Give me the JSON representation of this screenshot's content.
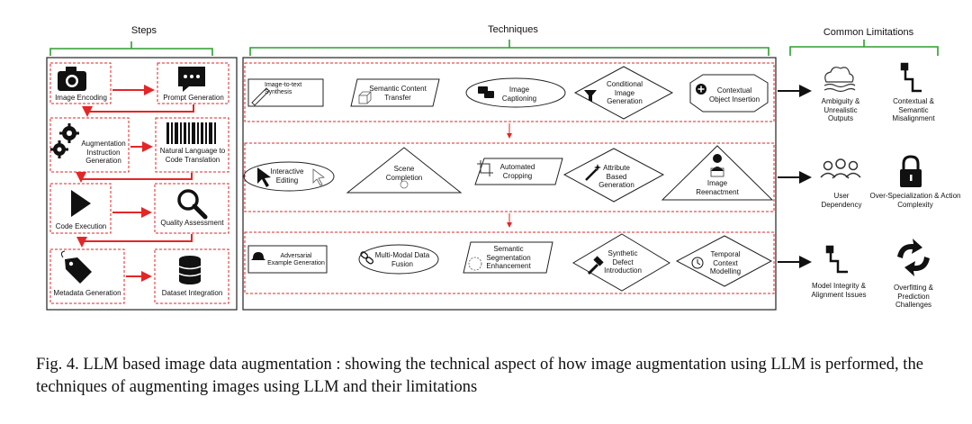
{
  "headers": {
    "steps": "Steps",
    "techniques": "Techniques",
    "limitations": "Common Limitations"
  },
  "steps": [
    {
      "label": "Image Encoding",
      "icon": "camera-icon"
    },
    {
      "label": "Prompt Generation",
      "icon": "chat-bubble-icon"
    },
    {
      "label": "Augmentation Instruction Generation",
      "icon": "gears-icon"
    },
    {
      "label": "Natural Language to Code Translation",
      "icon": "barcode-icon"
    },
    {
      "label": "Code Execution",
      "icon": "play-icon"
    },
    {
      "label": "Quality Assessment",
      "icon": "magnifier-icon"
    },
    {
      "label": "Metadata Generation",
      "icon": "tag-icon"
    },
    {
      "label": "Dataset Integration",
      "icon": "database-icon"
    }
  ],
  "techniques": [
    [
      {
        "label": "Image-to-text Synthesis",
        "shape": "rectangle",
        "icon": "pencil-icon"
      },
      {
        "label": "Semantic Content Transfer",
        "shape": "parallelogram",
        "icon": "cube-icon"
      },
      {
        "label": "Image Captioning",
        "shape": "ellipse",
        "icon": "speech-bubbles-icon"
      },
      {
        "label": "Conditional Image Generation",
        "shape": "diamond",
        "icon": "funnel-icon"
      },
      {
        "label": "Contextual Object Insertion",
        "shape": "octagon",
        "icon": "plus-circle-icon"
      }
    ],
    [
      {
        "label": "Interactive Editing",
        "shape": "ellipse",
        "icon": "cursor-icon"
      },
      {
        "label": "Scene Completion",
        "shape": "triangle",
        "icon": "refresh-icon"
      },
      {
        "label": "Automated Cropping",
        "shape": "parallelogram",
        "icon": "crop-icon"
      },
      {
        "label": "Attribute Based Generation",
        "shape": "diamond",
        "icon": "magic-wand-icon"
      },
      {
        "label": "Image Reenactment",
        "shape": "triangle",
        "icon": "person-icon"
      }
    ],
    [
      {
        "label": "Adversarial Example Generation",
        "shape": "rectangle",
        "icon": "alarm-icon"
      },
      {
        "label": "Multi-Modal Data Fusion",
        "shape": "ellipse",
        "icon": "link-icon"
      },
      {
        "label": "Semantic Segmentation Enhancement",
        "shape": "parallelogram",
        "icon": "segment-icon"
      },
      {
        "label": "Synthetic Defect Introduction",
        "shape": "diamond",
        "icon": "hammer-icon"
      },
      {
        "label": "Temporal Context Modelling",
        "shape": "diamond",
        "icon": "clock-icon"
      }
    ]
  ],
  "limitations": [
    {
      "label": "Ambiguity & Unrealistic Outputs",
      "icon": "fog-cloud-icon"
    },
    {
      "label": "Contextual & Semantic Misalignment",
      "icon": "flow-connector-icon"
    },
    {
      "label": "User Dependency",
      "icon": "users-icon"
    },
    {
      "label": "Over-Specialization & Action Complexity",
      "icon": "lock-icon"
    },
    {
      "label": "Model Integrity & Alignment Issues",
      "icon": "flow-connector-icon"
    },
    {
      "label": "Overfitting & Prediction Challenges",
      "icon": "cycle-arrows-icon"
    }
  ],
  "caption": "Fig. 4.  LLM based image data augmentation : showing the technical aspect of how image augmentation using LLM is performed, the techniques of augmenting images using LLM and their limitations"
}
